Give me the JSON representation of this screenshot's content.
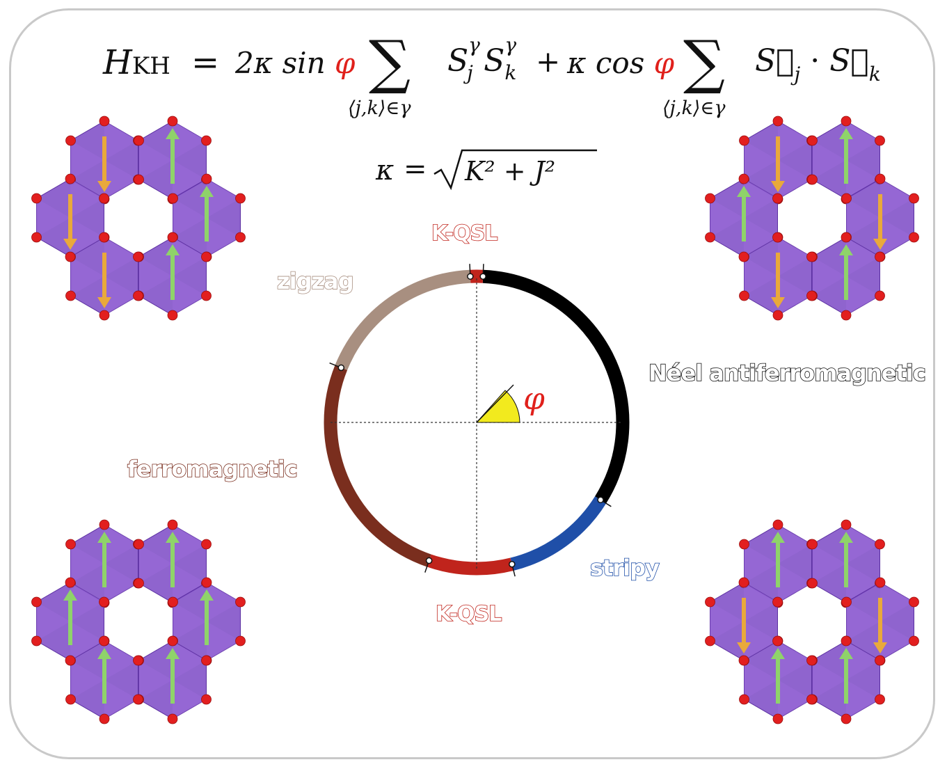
{
  "equation": {
    "lhs": "H",
    "lhs_sub": "KH",
    "eq": "=",
    "coef1": "2κ sin",
    "phi": "φ",
    "sum": "∑",
    "sum_sub": "⟨j,k⟩∈γ",
    "term1_a": "S",
    "term1_b": "S",
    "sup_gamma": "γ",
    "sub_j": "j",
    "sub_k": "k",
    "plus": "+",
    "coef2": "κ cos",
    "term2": "S⃗",
    "dot": "·",
    "kappa_def": "κ = √(K² + J²)",
    "kappa_lhs": "κ",
    "kappa_eq": "=",
    "kappa_rad": "K² + J²"
  },
  "phases": {
    "kqsl_top": "K-QSL",
    "kqsl_bottom": "K-QSL",
    "zigzag": "zigzag",
    "neel": "Néel antiferromagnetic",
    "ferromagnetic": "ferromagnetic",
    "stripy": "stripy"
  },
  "angle_label": "φ",
  "colors": {
    "kqsl": "#c0241c",
    "zigzag": "#a88f80",
    "neel": "#000000",
    "ferromagnetic": "#7a2e1e",
    "stripy": "#1f4fa8",
    "angle_fill": "#f2ea1e",
    "lattice": "#7b49c6",
    "oxygen": "#e21f1f",
    "spin_up": "#8fd36a",
    "spin_down": "#e9a93b",
    "frame": "#c9c9c9"
  },
  "lattices": [
    {
      "label": "zigzag",
      "spins": [
        "down",
        "up",
        "up",
        "up",
        "down",
        "down"
      ]
    },
    {
      "label": "Néel antiferromagnetic",
      "spins": [
        "down",
        "up",
        "down",
        "up",
        "down",
        "up"
      ]
    },
    {
      "label": "ferromagnetic",
      "spins": [
        "up",
        "up",
        "up",
        "up",
        "up",
        "up"
      ]
    },
    {
      "label": "stripy",
      "spins": [
        "up",
        "up",
        "down",
        "up",
        "up",
        "down"
      ]
    }
  ]
}
